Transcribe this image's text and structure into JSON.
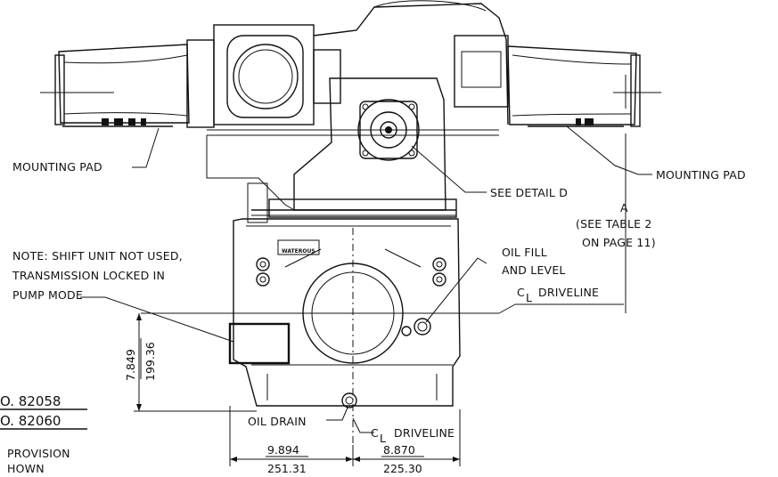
{
  "labels": {
    "mounting_pad_left": "MOUNTING PAD",
    "mounting_pad_right": "MOUNTING PAD",
    "see_detail": "SEE DETAIL D",
    "dim_a": "A",
    "table_ref_1": "(SEE TABLE 2",
    "table_ref_2": "ON PAGE 11)",
    "note_1": "NOTE: SHIFT UNIT NOT USED,",
    "note_2": "TRANSMISSION LOCKED IN",
    "note_3": "PUMP MODE",
    "oil_fill_1": "OIL FILL",
    "oil_fill_2": "AND LEVEL",
    "driveline_upper": "DRIVELINE",
    "driveline_lower": "DRIVELINE",
    "oil_drain": "OIL DRAIN",
    "nameplate_1": "WATEROUS",
    "part_1": "O.  82058",
    "part_2": "O.  82060",
    "footnote_1": "PROVISION",
    "footnote_2": "HOWN"
  },
  "dimensions": {
    "height_in": "7.849",
    "height_mm": "199.36",
    "left_in": "9.894",
    "left_mm": "251.31",
    "right_in": "8.870",
    "right_mm": "225.30"
  },
  "centerline_symbol": "C",
  "centerline_subscript": "L"
}
